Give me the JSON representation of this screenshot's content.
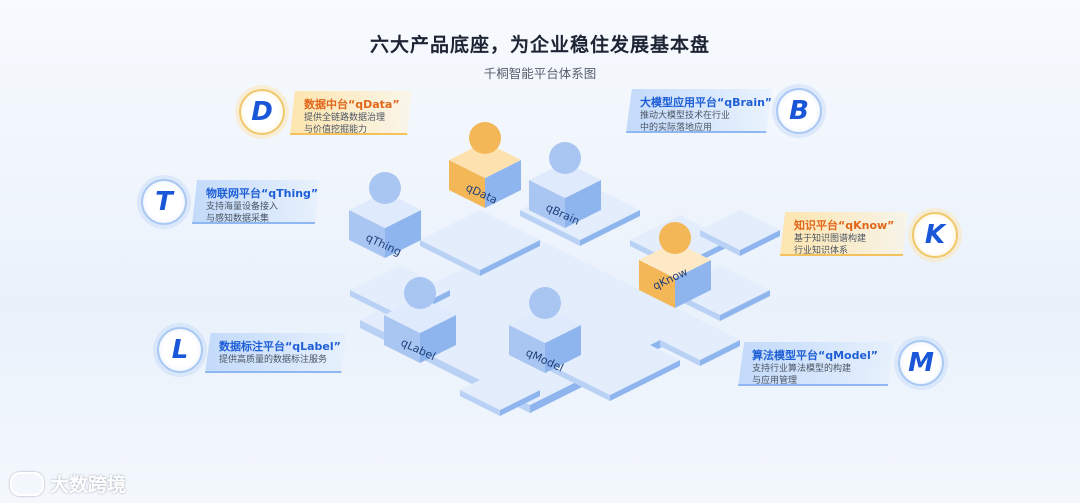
{
  "header": {
    "title": "六大产品底座，为企业稳住发展基本盘",
    "subtitle": "千桐智能平台体系图"
  },
  "platforms": [
    {
      "name": "数据中台“qData”",
      "desc1": "提供全链路数据治理",
      "desc2": "与价值挖掘能力",
      "icon": "D",
      "style": "gold",
      "model_label": "qData"
    },
    {
      "name": "物联网平台“qThing”",
      "desc1": "支持海量设备接入",
      "desc2": "与感知数据采集",
      "icon": "T",
      "style": "blue",
      "model_label": "qThing"
    },
    {
      "name": "数据标注平台“qLabel”",
      "desc1": "提供高质量的数据标注服务",
      "desc2": "",
      "icon": "L",
      "style": "blue",
      "model_label": "qLabel"
    },
    {
      "name": "大模型应用平台“qBrain”",
      "desc1": "推动大模型技术在行业",
      "desc2": "中的实际落地应用",
      "icon": "B",
      "style": "blue",
      "model_label": "qBrain"
    },
    {
      "name": "知识平台“qKnow”",
      "desc1": "基于知识图谱构建",
      "desc2": "行业知识体系",
      "icon": "K",
      "style": "gold",
      "model_label": "qKnow"
    },
    {
      "name": "算法模型平台“qModel”",
      "desc1": "支持行业算法模型的构建",
      "desc2": "与应用管理",
      "icon": "M",
      "style": "blue",
      "model_label": "qModel"
    }
  ],
  "colors": {
    "blue": "#1f5fd6",
    "orange": "#e0661a",
    "tile": "#c9dcf7"
  },
  "watermark": "大数跨境"
}
